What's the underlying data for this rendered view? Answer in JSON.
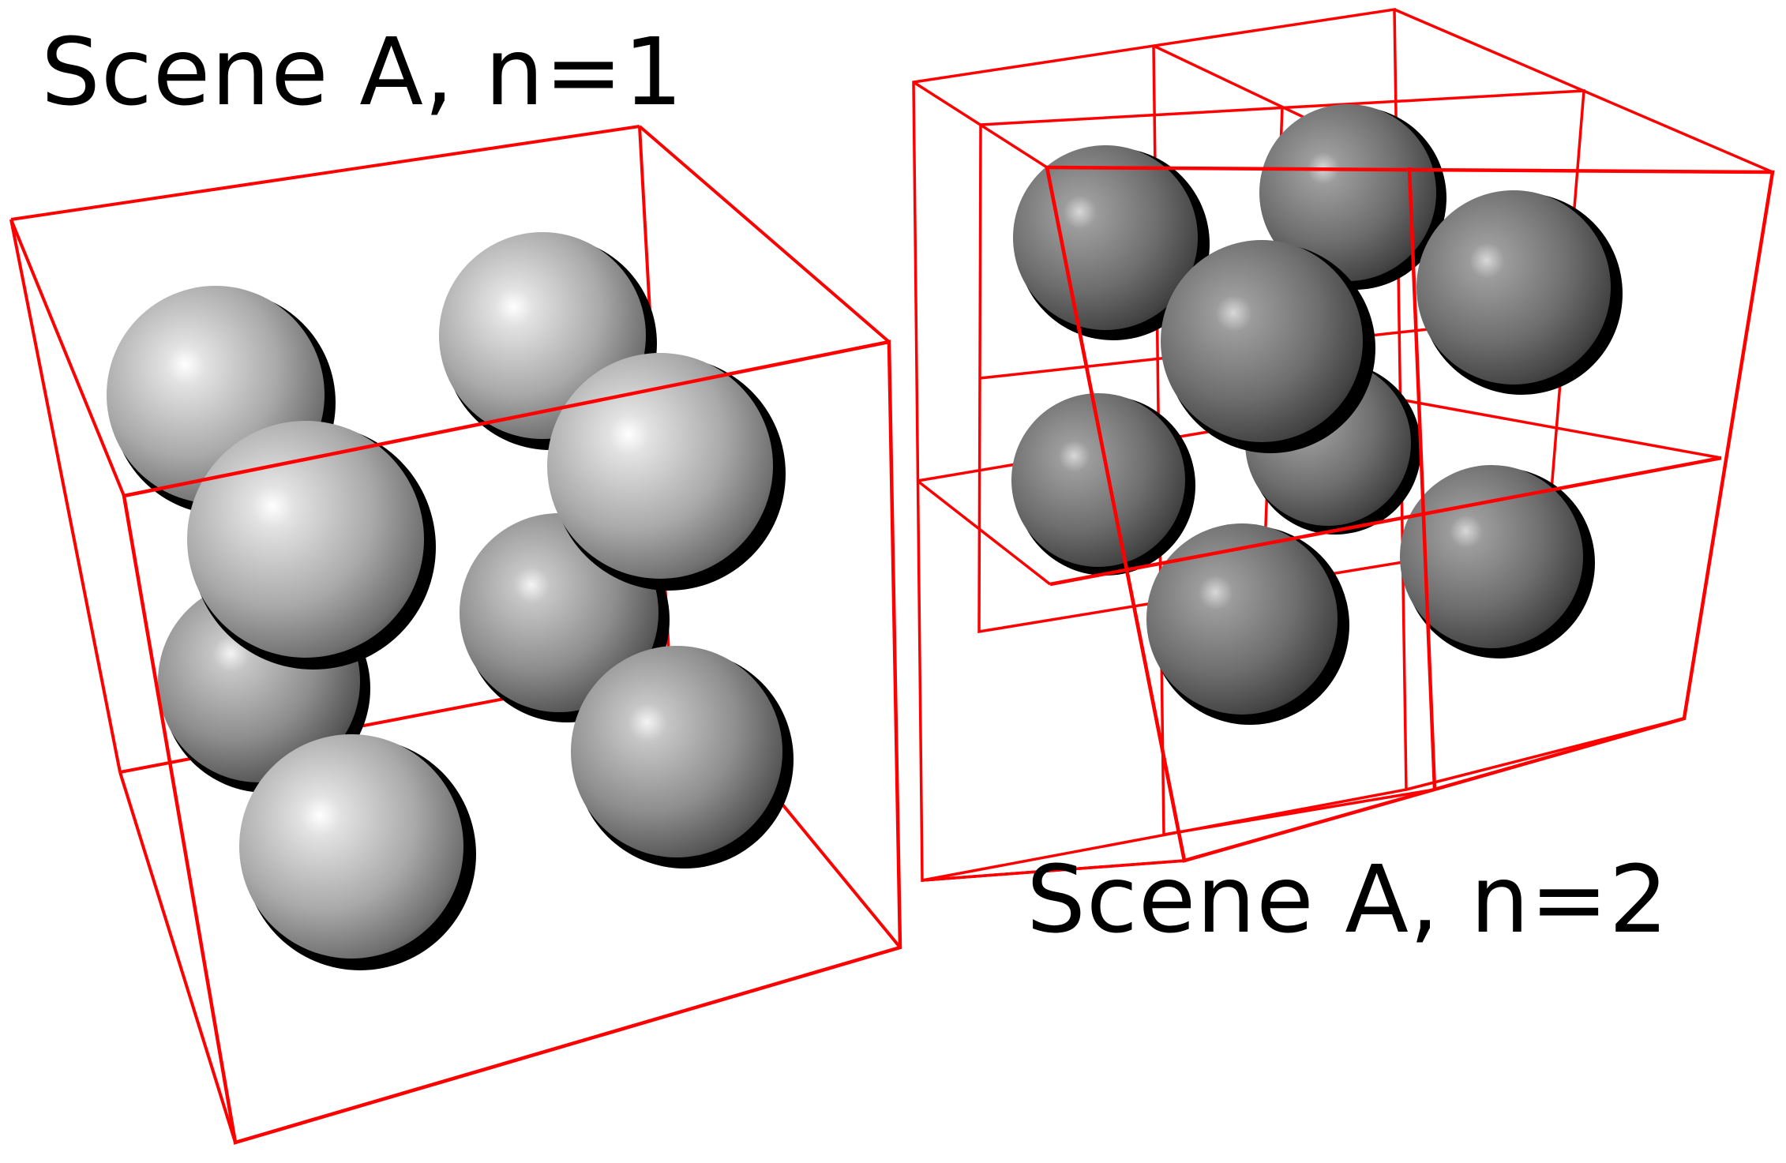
{
  "colors": {
    "frame": "#ff0000",
    "background": "#ffffff",
    "sphere_light": "#bcbcbc",
    "sphere_dark": "#777777",
    "sphere_shadow": "#000000",
    "label": "#000000"
  },
  "scenes": [
    {
      "label": "Scene A, n=1",
      "sphere_count": 8,
      "grid_subdivisions": 1,
      "sphere_shade": "light"
    },
    {
      "label": "Scene A, n=2",
      "sphere_count": 8,
      "grid_subdivisions": 2,
      "sphere_shade": "dark"
    }
  ]
}
